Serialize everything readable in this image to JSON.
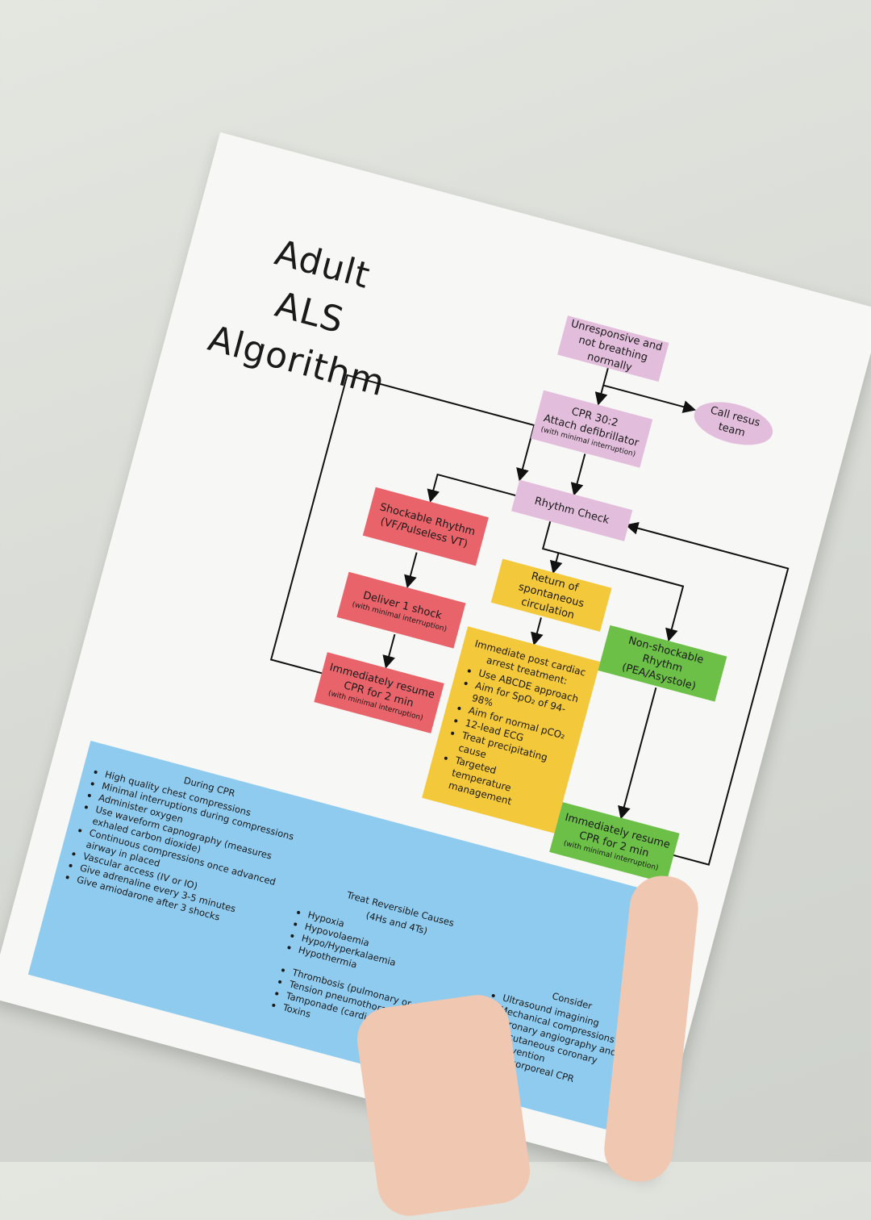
{
  "title": {
    "line1": "Adult",
    "line2": "ALS",
    "line3": "Algorithm"
  },
  "nodes": {
    "unresponsive": {
      "text": "Unresponsive and not breathing normally"
    },
    "cpr_attach": {
      "line1": "CPR 30:2",
      "line2": "Attach defibrillator",
      "sub": "(with minimal interruption)"
    },
    "call_resus": {
      "text": "Call resus team"
    },
    "rhythm_check": {
      "text": "Rhythm Check"
    },
    "shockable": {
      "line1": "Shockable Rhythm",
      "line2": "(VF/Pulseless VT)"
    },
    "rosc": {
      "text": "Return of spontaneous circulation"
    },
    "non_shockable": {
      "line1": "Non-shockable Rhythm",
      "line2": "(PEA/Asystole)"
    },
    "deliver_shock": {
      "line1": "Deliver 1 shock",
      "sub": "(with minimal interruption)"
    },
    "resume_cpr_left": {
      "line1": "Immediately resume",
      "line2": "CPR for 2 min",
      "sub": "(with minimal interruption)"
    },
    "resume_cpr_right": {
      "line1": "Immediately resume",
      "line2": "CPR for 2 min",
      "sub": "(with minimal interruption)"
    },
    "post_arrest": {
      "heading": "Immediate post cardiac arrest treatment:",
      "items": [
        "Use ABCDE approach",
        "Aim for SpO₂ of 94-98%",
        "Aim for normal pCO₂",
        "12-lead ECG",
        "Treat precipitating cause",
        "Targeted temperature management"
      ]
    }
  },
  "during_cpr": {
    "heading": "During CPR",
    "items": [
      "High quality chest compressions",
      "Minimal interruptions during compressions",
      "Administer oxygen",
      "Use waveform capnography (measures exhaled carbon dioxide)",
      "Continuous compressions once advanced airway in placed",
      "Vascular access (IV or IO)",
      "Give adrenaline every 3-5 minutes",
      "Give amiodarone after 3 shocks"
    ]
  },
  "reversible_causes": {
    "heading": "Treat Reversible Causes",
    "subheading": "(4Hs and 4Ts)",
    "hs": [
      "Hypoxia",
      "Hypovolaemia",
      "Hypo/Hyperkalaemia",
      "Hypothermia"
    ],
    "ts": [
      "Thrombosis (pulmonary or coronary)",
      "Tension pneumothorax",
      "Tamponade (cardiac)",
      "Toxins"
    ]
  },
  "consider": {
    "heading": "Consider",
    "items": [
      "Ultrasound imagining",
      "Mechanical compressions",
      "Coronary angiography and percutaneous coronary intervention",
      "Extracorporeal CPR"
    ]
  },
  "colors": {
    "pink": "#e3bedc",
    "red": "#e8636a",
    "yellow": "#f4c83b",
    "green": "#6cbf47",
    "blue": "#8fcbef"
  }
}
